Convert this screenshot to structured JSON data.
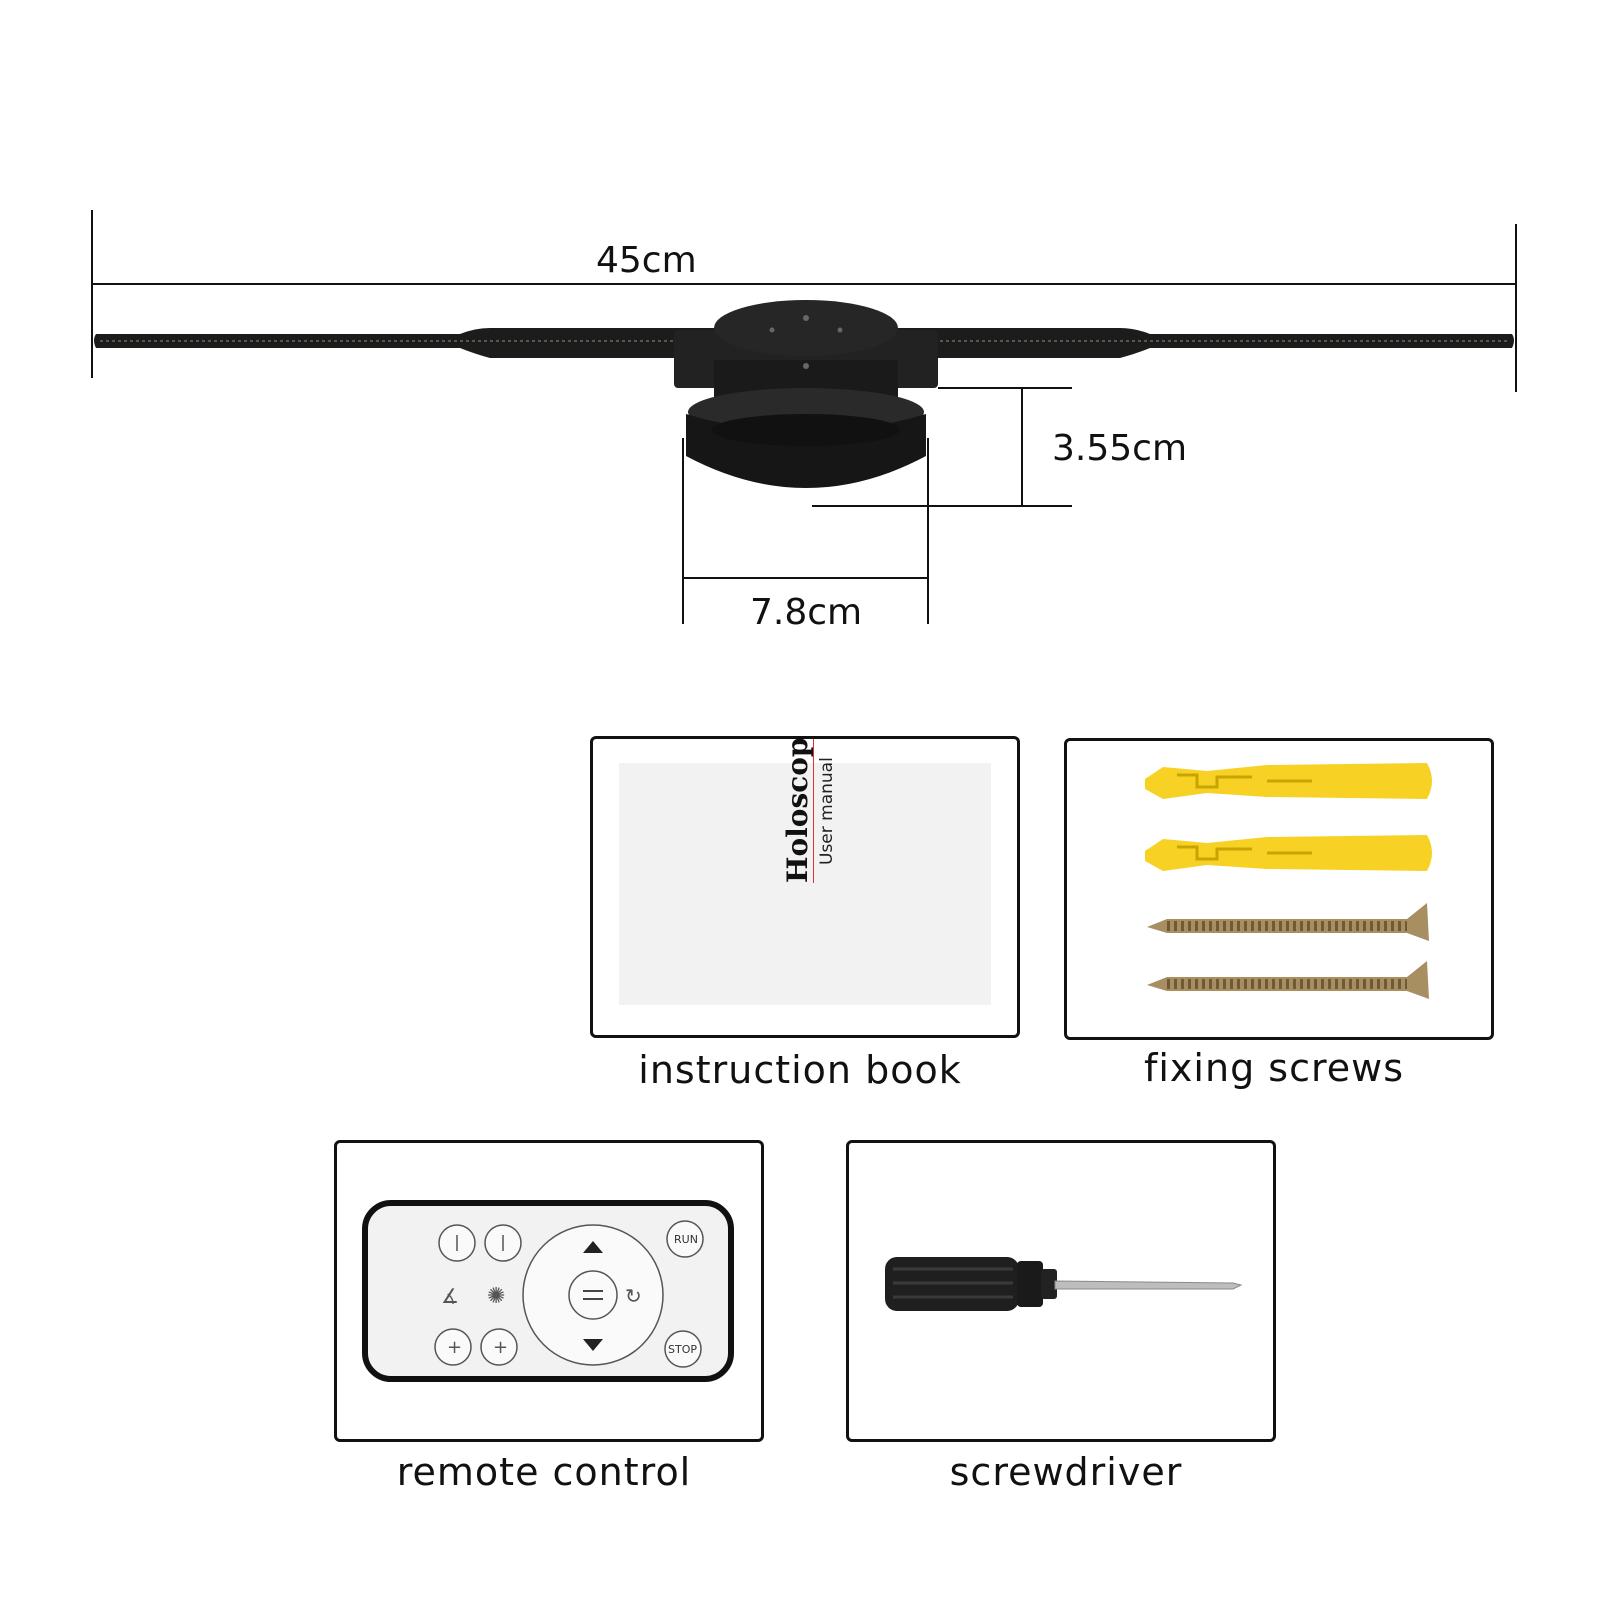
{
  "dimensions": {
    "width": "45cm",
    "height": "3.55cm",
    "base_diameter": "7.8cm"
  },
  "manual": {
    "title": "Holoscope",
    "subtitle": "User manual"
  },
  "remote": {
    "run_label": "RUN",
    "stop_label": "STOP"
  },
  "accessories": {
    "instruction_book": "instruction book",
    "fixing_screws": "fixing screws",
    "remote_control": "remote control",
    "screwdriver": "screwdriver"
  },
  "colors": {
    "product": "#1c1c1c",
    "anchor": "#f7d224",
    "screw": "#a88f62",
    "outline": "#111111"
  }
}
